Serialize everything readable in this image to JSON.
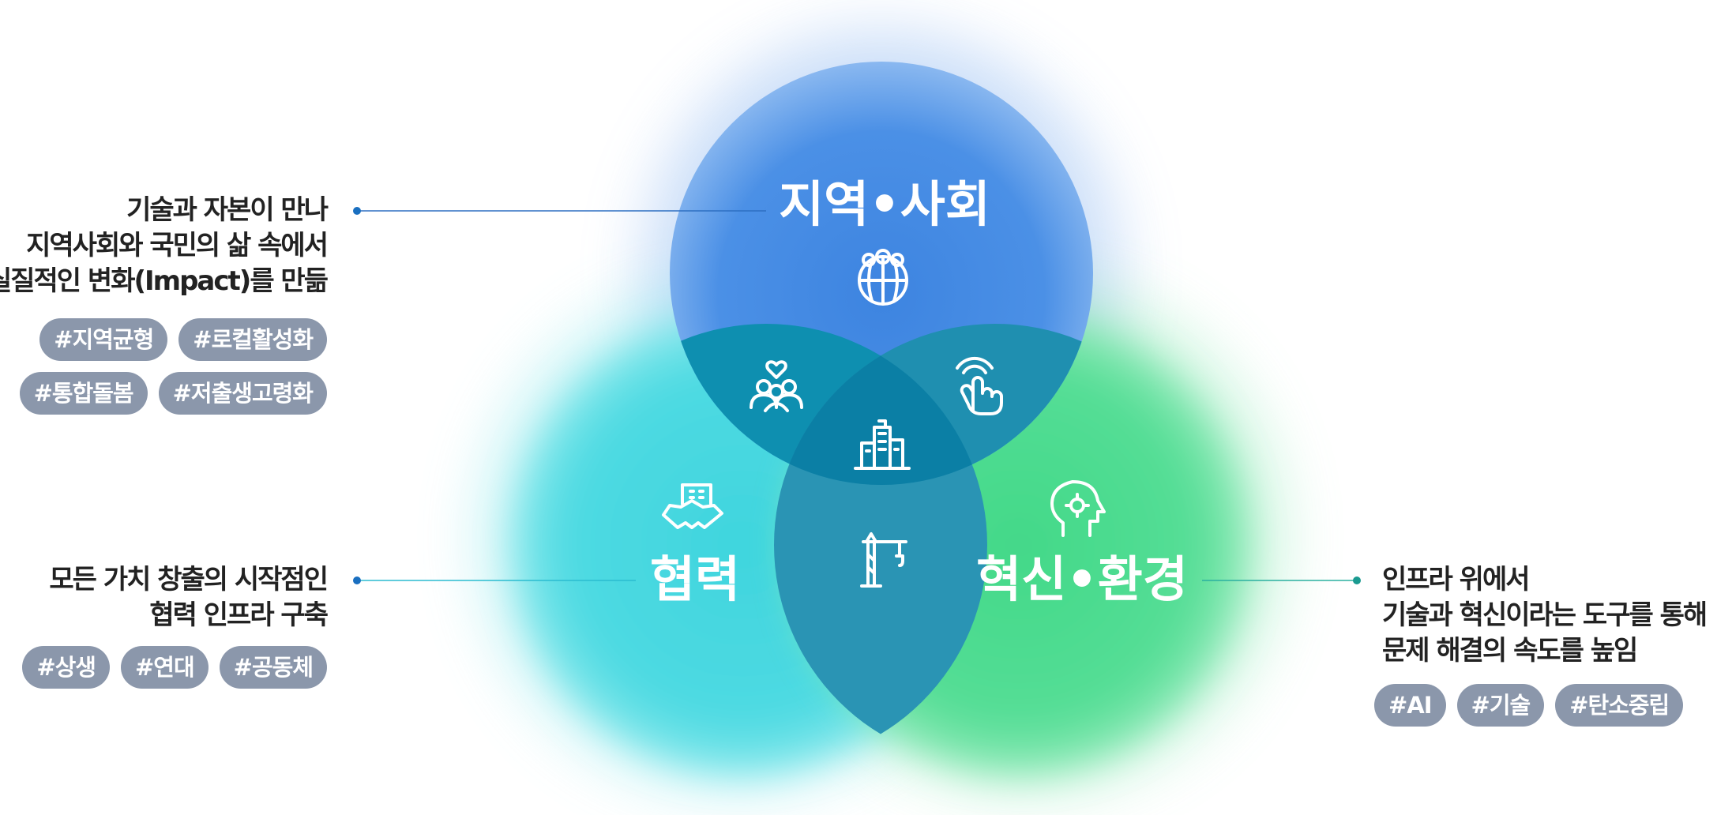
{
  "circles": {
    "top": {
      "label": "지역•사회",
      "icon": "globe-people-icon",
      "color": "#3a80e0"
    },
    "left": {
      "label": "협력",
      "icon": "handshake-building-icon",
      "color": "#3fd6de"
    },
    "right": {
      "label": "혁신•환경",
      "icon": "head-gear-icon",
      "color": "#43d98a"
    }
  },
  "overlap_icons": {
    "top_left": "community-heart-icon",
    "top_right": "touch-hand-icon",
    "center": "city-buildings-icon",
    "bottom": "crane-icon"
  },
  "callouts": {
    "community": {
      "lines": [
        "기술과 자본이 만나",
        "지역사회와 국민의 삶 속에서",
        "실질적인 변화(Impact)를 만듦"
      ],
      "tags": [
        "#지역균형",
        "#로컬활성화",
        "#통합돌봄",
        "#저출생고령화"
      ]
    },
    "cooperation": {
      "lines": [
        "모든 가치 창출의 시작점인",
        "협력 인프라 구축"
      ],
      "tags": [
        "#상생",
        "#연대",
        "#공동체"
      ]
    },
    "innovation": {
      "lines": [
        "인프라 위에서",
        "기술과 혁신이라는 도구를 통해",
        "문제 해결의 속도를 높임"
      ],
      "tags": [
        "#AI",
        "#기술",
        "#탄소중립"
      ]
    }
  },
  "colors": {
    "tag_bg": "#8b97ab",
    "text": "#222222",
    "connector_dot": "#1a6fc0"
  }
}
